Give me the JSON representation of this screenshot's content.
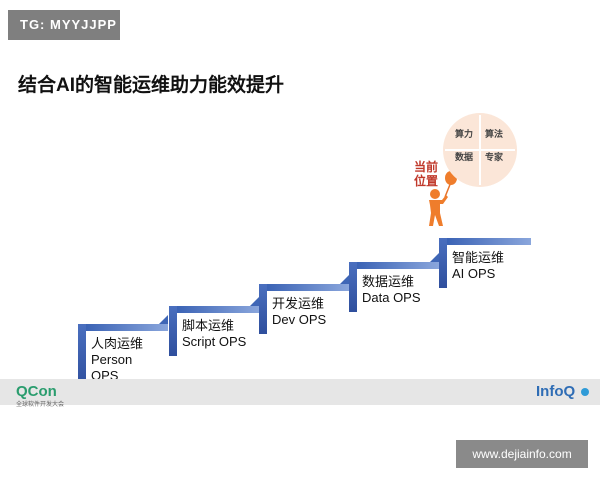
{
  "badge": "TG: MYYJJPP",
  "title": "结合AI的智能运维助力能效提升",
  "stages": [
    {
      "label": "人肉运维\nPerson\nOPS"
    },
    {
      "label": "脚本运维\nScript OPS"
    },
    {
      "label": "开发运维\nDev OPS"
    },
    {
      "label": "数据运维\nData OPS"
    },
    {
      "label": "智能运维\nAI OPS"
    }
  ],
  "position_label": "当前\n位置",
  "quadrants": [
    "算力",
    "算法",
    "数据",
    "专家"
  ],
  "footer": {
    "qcon": "QCon",
    "qcon_sub": "全球软件开发大会",
    "infoq": "InfoQ"
  },
  "watermark": "www.dejiainfo.com"
}
